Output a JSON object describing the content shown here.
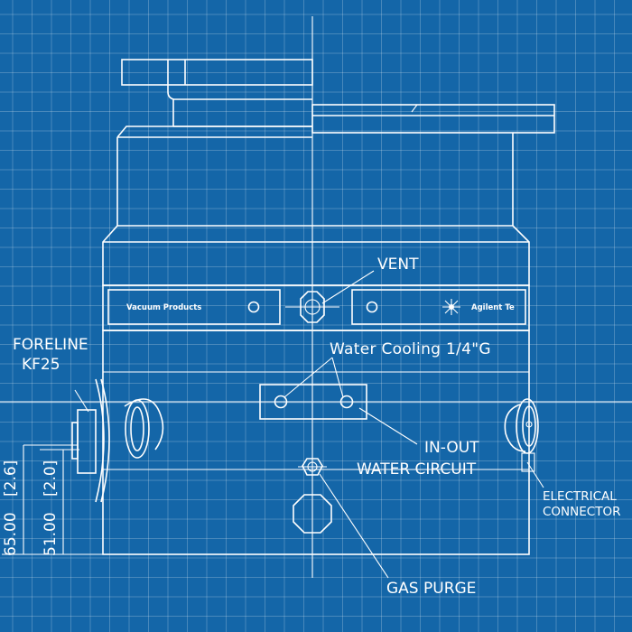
{
  "labels": {
    "vent": "VENT",
    "foreline_line1": "FORELINE",
    "foreline_line2": "KF25",
    "water_cooling": "Water Cooling 1/4\"G",
    "in_out": "IN-OUT",
    "water_circuit": "WATER CIRCUIT",
    "electrical_line1": "ELECTRICAL",
    "electrical_line2": "CONNECTOR",
    "gas_purge": "GAS PURGE",
    "vacuum_products": "Vacuum Products",
    "brand": "Agilent Te",
    "dim_65": "65.00",
    "dim_26": "[2.6]",
    "dim_51": "51.00",
    "dim_20": "[2.0]"
  },
  "colors": {
    "background": "#1466a8",
    "lines": "#ffffff"
  }
}
